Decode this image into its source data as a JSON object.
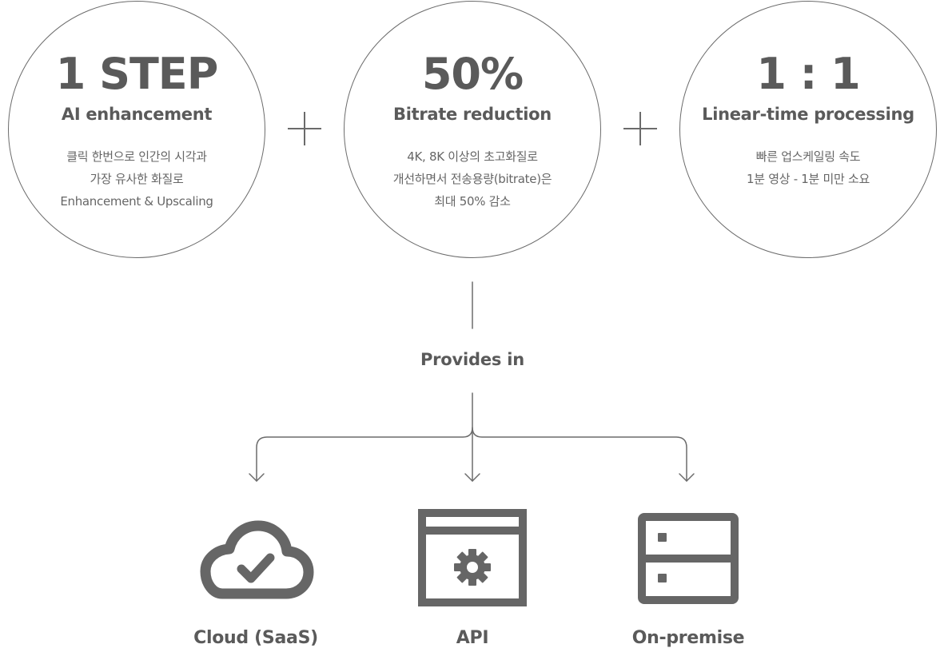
{
  "colors": {
    "stroke": "#6b6b6b",
    "text": "#5a5a5a",
    "icon": "#666666"
  },
  "features": [
    {
      "headline": "1 STEP",
      "title": "AI enhancement",
      "description": [
        "클릭 한번으로 인간의 시각과",
        "가장 유사한 화질로",
        "Enhancement & Upscaling"
      ]
    },
    {
      "headline": "50%",
      "title": "Bitrate reduction",
      "description": [
        "4K, 8K 이상의 초고화질로",
        "개선하면서 전송용량(bitrate)은",
        "최대 50% 감소"
      ]
    },
    {
      "headline": "1 : 1",
      "title": "Linear-time processing",
      "description": [
        "빠른 업스케일링 속도",
        "1분 영상 - 1분 미만 소요"
      ]
    }
  ],
  "provides_label": "Provides in",
  "options": [
    {
      "label": "Cloud (SaaS)",
      "icon": "cloud-check-icon"
    },
    {
      "label": "API",
      "icon": "window-gear-icon"
    },
    {
      "label": "On-premise",
      "icon": "server-icon"
    }
  ]
}
